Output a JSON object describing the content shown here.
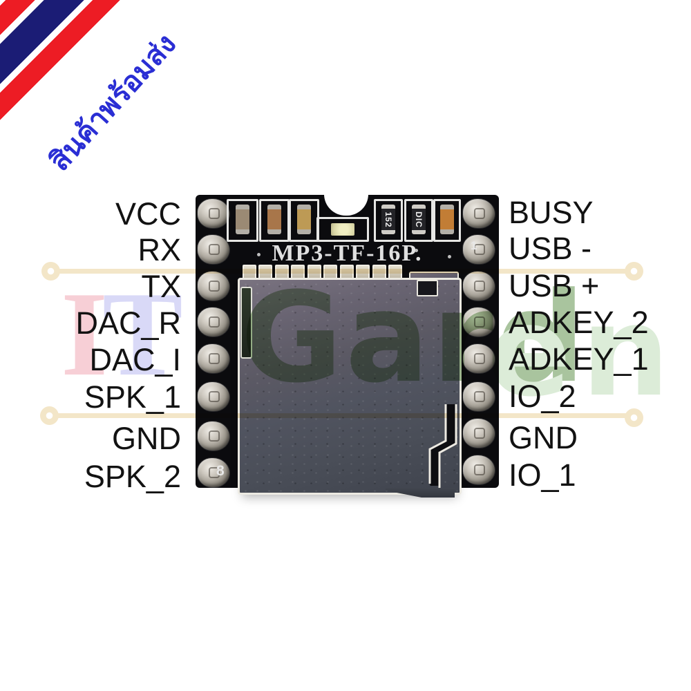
{
  "banner": {
    "thai_text": "สินค้าพร้อมส่ง"
  },
  "module": {
    "title": "MP3-TF-16P.",
    "resistor_labels": {
      "r1": "152",
      "r2": "DIC"
    },
    "silkscreen_marks": {
      "bottom_left": "8",
      "top_right": "1"
    }
  },
  "pins": {
    "left": [
      "VCC",
      "RX",
      "TX",
      "DAC_R",
      "DAC_I",
      "SPK_1",
      "GND",
      "SPK_2"
    ],
    "right": [
      "BUSY",
      "USB -",
      "USB +",
      "ADKEY_2",
      "ADKEY_1",
      "IO_2",
      "GND",
      "IO_1"
    ]
  },
  "watermark": {
    "brand": "ITGarden",
    "segments": {
      "i": "I",
      "t": "T",
      "gard": "Gard",
      "en": "en"
    }
  },
  "colors": {
    "flag_red": "#ed1c24",
    "flag_blue": "#1b1c75",
    "thai_text_blue": "#2a2ed4",
    "pcb_black": "#0b0b0e",
    "silkscreen_white": "#e6e6e4",
    "watermark_cream": "#f3e6c8",
    "label_text": "#121212"
  }
}
